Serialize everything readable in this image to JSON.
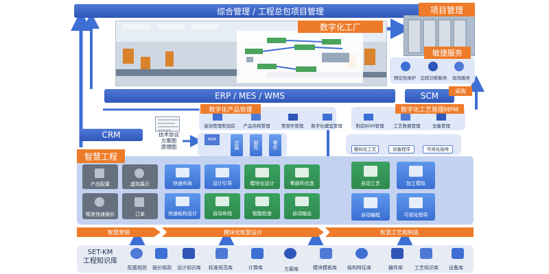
{
  "colors": {
    "blue": "#3a63c6",
    "orange": "#ee7b2a",
    "panel": "#dfe7f8",
    "arrow": "#3d6fd4"
  },
  "top_bar": {
    "text": "综合管理   /   工程总包项目管理"
  },
  "project_mgmt": {
    "label": "项目管理"
  },
  "digital_factory": {
    "label": "数字化工厂"
  },
  "quick_service": {
    "label": "敏捷服务",
    "items": [
      "预见性维护",
      "远程诊断服务",
      "现场服务"
    ]
  },
  "erp_bar": {
    "text": "ERP    /    MES    /    WMS"
  },
  "scm": {
    "label": "SCM",
    "purchase": "采购"
  },
  "crm": {
    "label": "CRM"
  },
  "plm": {
    "label": "数字化产品管理",
    "items": [
      "高效管理和追踪",
      "产品结构管理",
      "零部件管理",
      "数字化模型管理"
    ]
  },
  "mpm": {
    "label": "数字化工艺管理MPM",
    "items": [
      "制造BOM管理",
      "工艺数据管理",
      "设备管理"
    ],
    "buttons": [
      "模拟化工艺",
      "设备程序",
      "可视化指导"
    ]
  },
  "tech_doc": {
    "lines": [
      "技术协议",
      "方案图",
      "原理图"
    ]
  },
  "bom_parts": {
    "bom": "BOM",
    "items": [
      "总装",
      "部件",
      "零件"
    ]
  },
  "smart_eng": {
    "label": "智慧工程",
    "gray_items": [
      "产品配置",
      "虚拟展示",
      "精准快速报价",
      "订单"
    ],
    "design_items": [
      "快速布局",
      "设计引导",
      "模块化设计",
      "零部件优选",
      "快速结构设计",
      "自动布线",
      "智能检查",
      "自动输出"
    ],
    "process_items": [
      "自动工艺",
      "加工模拟",
      "自动编程",
      "可视化指导"
    ]
  },
  "bottom_tabs": [
    "智慧营销",
    "模块化智慧设计",
    "智慧工艺和制造"
  ],
  "knowledge": {
    "title_line1": "SET-KM",
    "title_line2": "工程知识库",
    "items": [
      "配置规则",
      "报价规则",
      "设计知识库",
      "标准规范库",
      "计算库",
      "方案库",
      "模块模板库",
      "结构特征库",
      "器件库",
      "工艺知识库",
      "设备库"
    ]
  }
}
